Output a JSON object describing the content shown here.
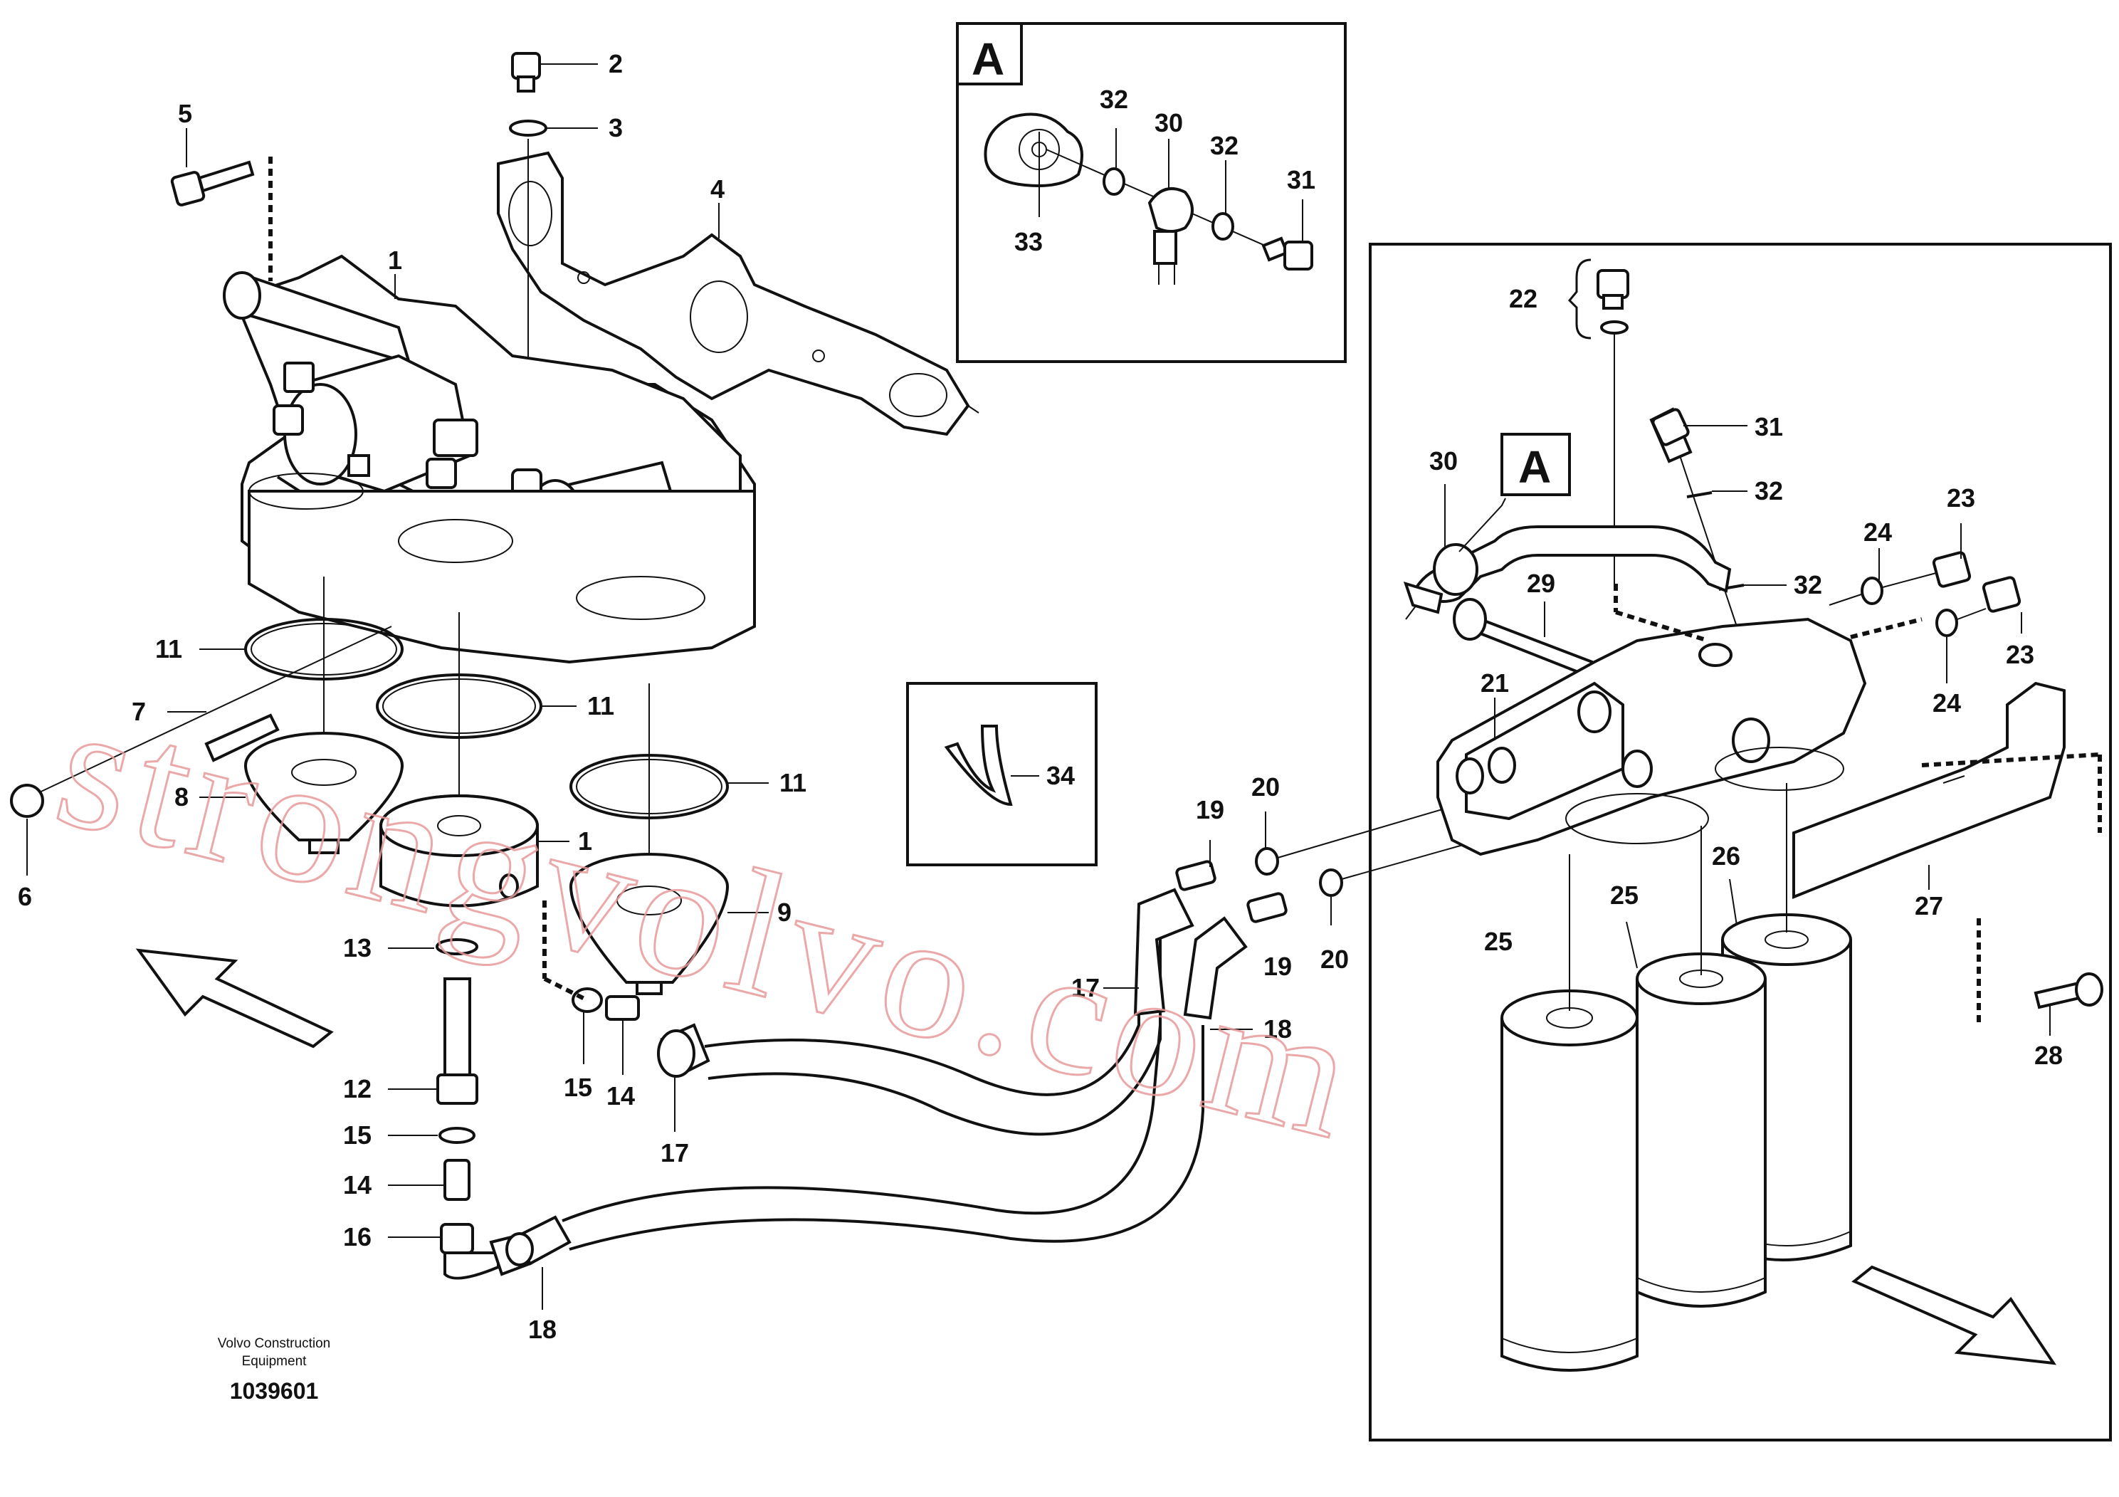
{
  "callouts": {
    "c1": "1",
    "c1b": "1",
    "c2": "2",
    "c3": "3",
    "c4": "4",
    "c5": "5",
    "c6": "6",
    "c7": "7",
    "c8": "8",
    "c9": "9",
    "c11a": "11",
    "c11b": "11",
    "c11c": "11",
    "c12": "12",
    "c13": "13",
    "c14a": "14",
    "c14b": "14",
    "c15a": "15",
    "c15b": "15",
    "c16": "16",
    "c17a": "17",
    "c17b": "17",
    "c18a": "18",
    "c18b": "18",
    "c19a": "19",
    "c19b": "19",
    "c20a": "20",
    "c20b": "20",
    "c21": "21",
    "c22": "22",
    "c23a": "23",
    "c23b": "23",
    "c24a": "24",
    "c24b": "24",
    "c25a": "25",
    "c25b": "25",
    "c26": "26",
    "c27": "27",
    "c28": "28",
    "c29": "29",
    "c30a": "30",
    "c30b": "30",
    "c31a": "31",
    "c31b": "31",
    "c32a": "32",
    "c32b": "32",
    "c32c": "32",
    "c32d": "32",
    "c33": "33",
    "c34": "34"
  },
  "detail_box": {
    "letter": "A",
    "ref_letter": "A"
  },
  "caption": {
    "line1": "Volvo Construction",
    "line2": "Equipment",
    "number": "1039601"
  },
  "watermark": "strongvolvo.com"
}
